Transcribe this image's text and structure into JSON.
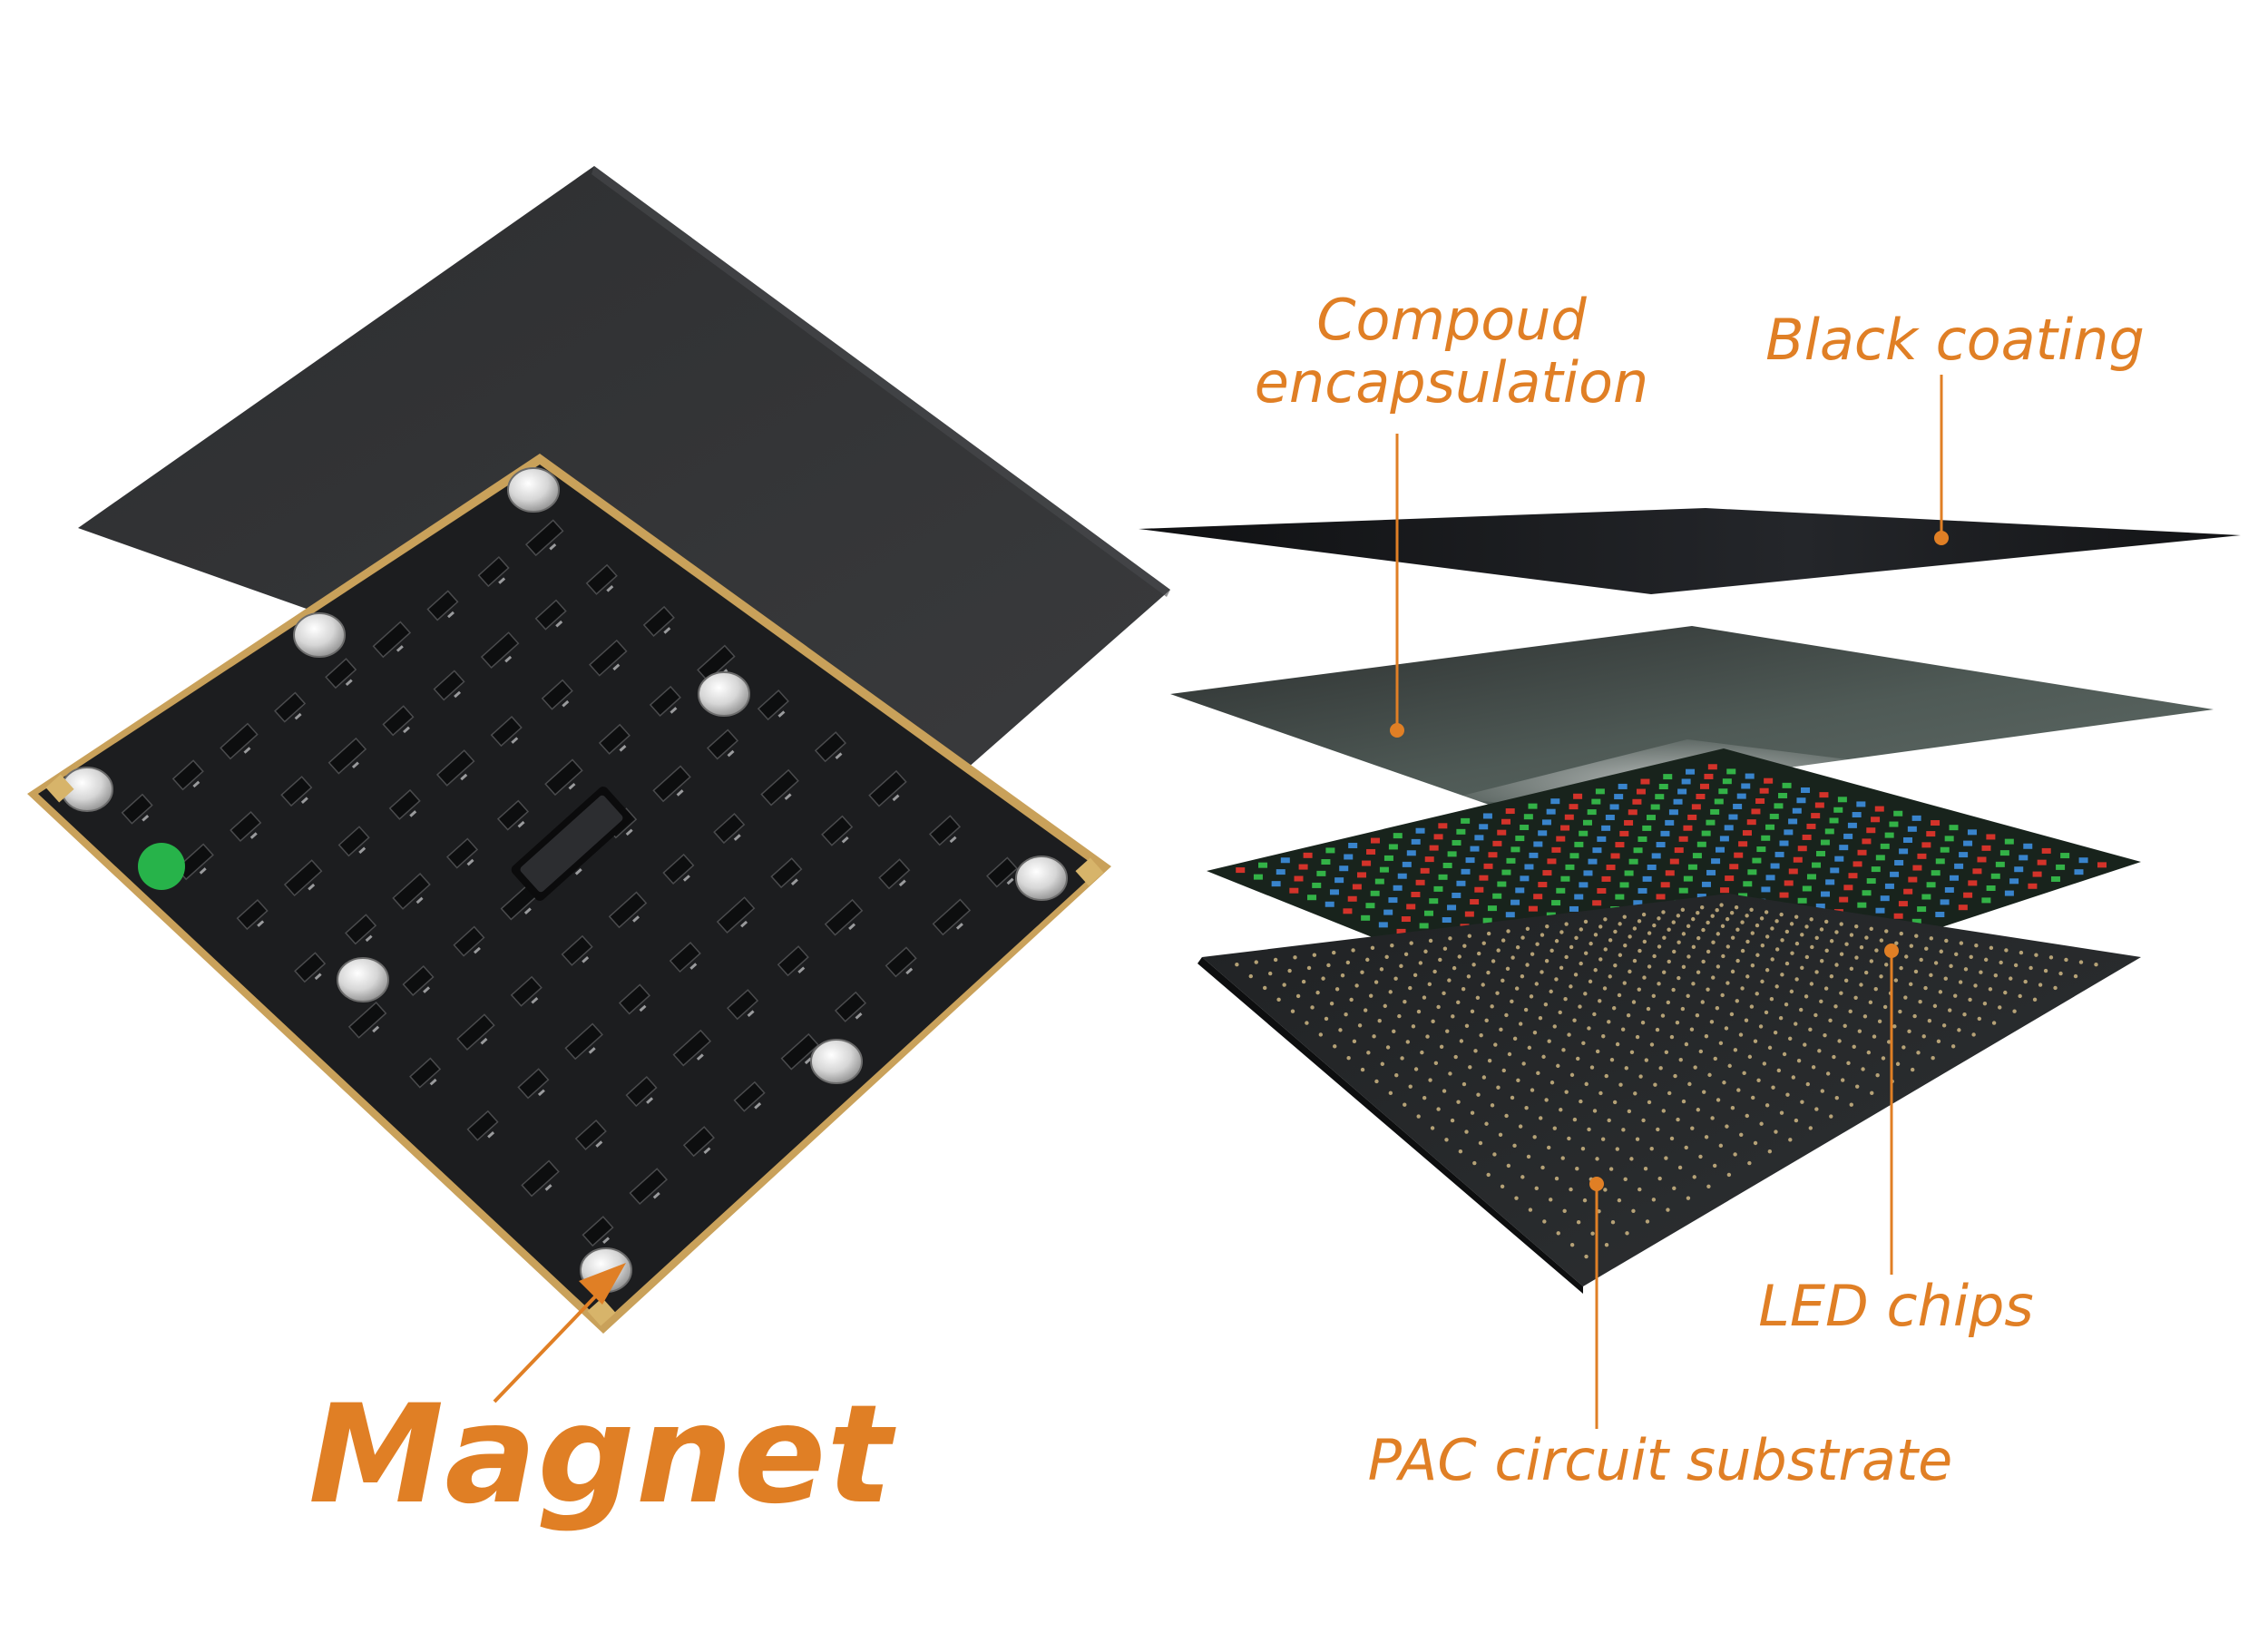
{
  "labels": {
    "compound_line1": "Compoud",
    "compound_line2": "encapsulation",
    "black_coating": "Black coating",
    "led_chips": "LED chips",
    "pac_substrate": "PAC circuit substrate",
    "magnet": "Magnet"
  },
  "colors": {
    "accent": "#e07f25",
    "panel_dark": "#2a2b2c",
    "pcb": "#1c1d1f",
    "gold_edge": "#c9a15a",
    "magnet_silver": "#d8d8d8",
    "green_dot": "#27b34a",
    "led_red": "#e8352c",
    "led_green": "#36c24d",
    "led_blue": "#3d8fe0"
  }
}
